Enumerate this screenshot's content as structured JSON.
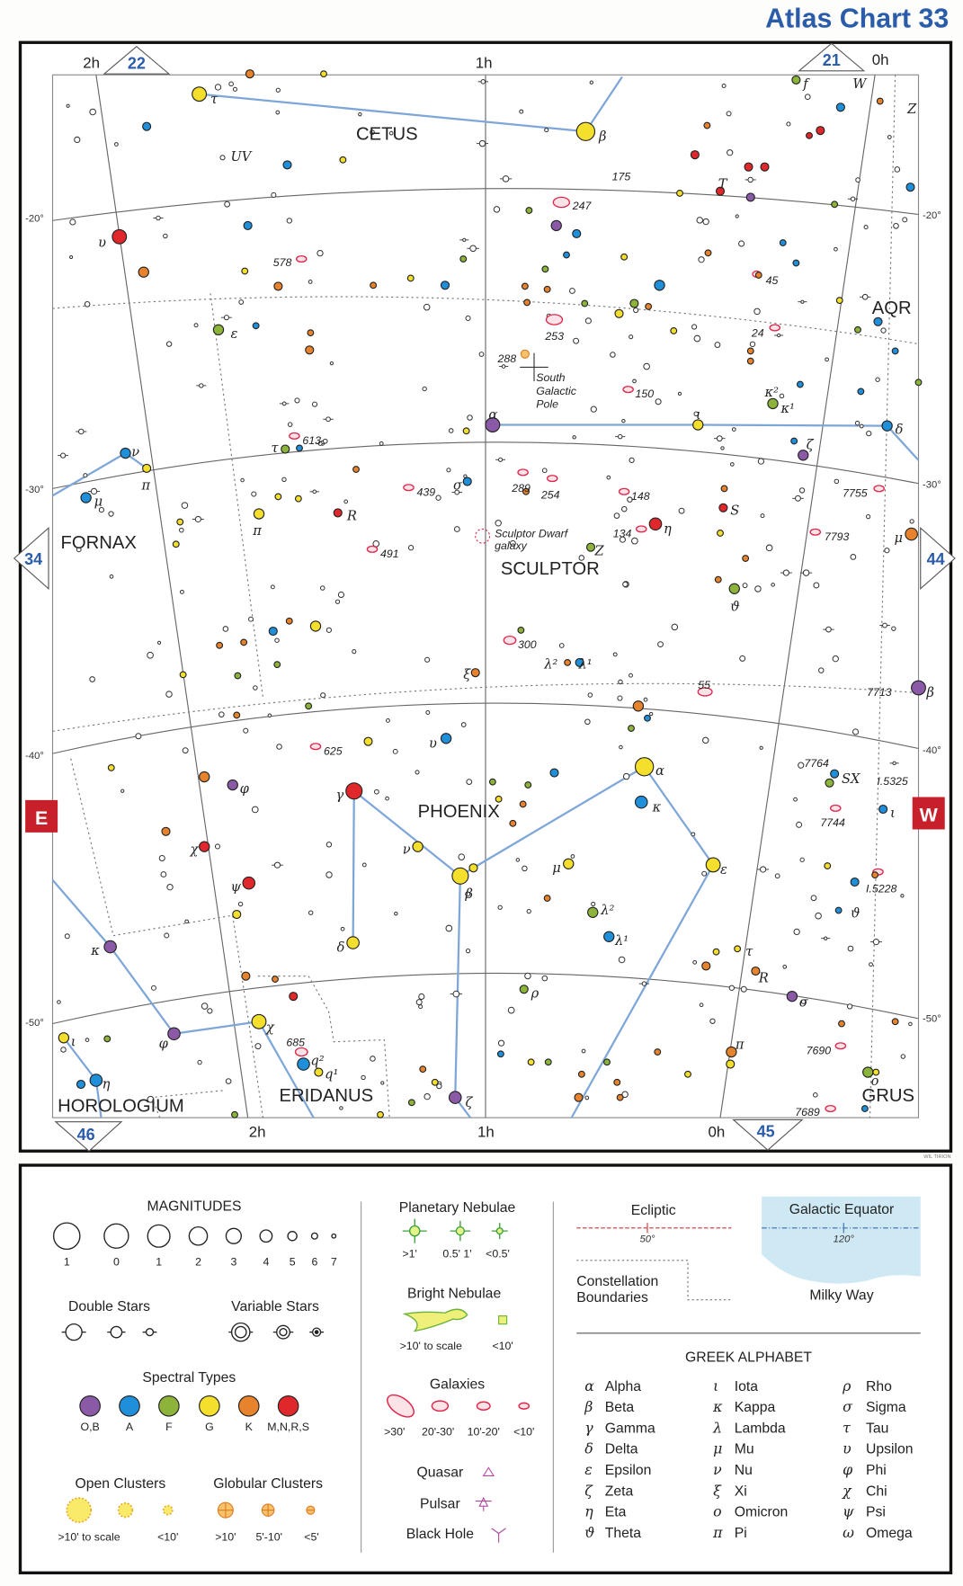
{
  "title": "Atlas Chart 33",
  "ra_labels": {
    "top_2h": "2h",
    "top_1h": "1h",
    "top_0h": "0h",
    "bottom_2h": "2h",
    "bottom_1h": "1h",
    "bottom_0h": "0h"
  },
  "chart_refs": {
    "top_left": "22",
    "top_right": "21",
    "left": "34",
    "right": "44",
    "bottom_left": "46",
    "bottom_right": "45"
  },
  "directions": {
    "east": "E",
    "west": "W"
  },
  "dec_labels": {
    "m20": "-20°",
    "m30": "-30°",
    "m40": "-40°",
    "m50": "-50°"
  },
  "constellations": {
    "cetus": "CETUS",
    "fornax": "FORNAX",
    "sculptor": "SCULPTOR",
    "phoenix": "PHOENIX",
    "horologium": "HOROLOGIUM",
    "eridanus": "ERIDANUS",
    "aqr": "AQR",
    "grus": "GRUS"
  },
  "star_labels": [
    "τ",
    "β",
    "UV",
    "υ",
    "ε",
    "ν",
    "π",
    "μ",
    "τ",
    "π",
    "R",
    "σ",
    "Z",
    "η",
    "S",
    "ϑ",
    "μ",
    "β",
    "κ²",
    "κ¹",
    "ι",
    "δ",
    "ζ",
    "α",
    "T",
    "f",
    "W",
    "Z",
    "ξ",
    "υ",
    "λ²",
    "λ¹",
    "γ",
    "φ",
    "χ",
    "ψ",
    "ν",
    "β",
    "α",
    "κ",
    "ε",
    "μ",
    "λ²",
    "λ¹",
    "δ",
    "κ",
    "τ",
    "ρ",
    "R",
    "σ",
    "φ",
    "χ",
    "ι",
    "η",
    "q²",
    "q¹",
    "ζ",
    "π",
    "o",
    "SX",
    "ι",
    "ϑ"
  ],
  "object_labels": [
    "175",
    "247",
    "578",
    "45",
    "253",
    "24",
    "288",
    "150",
    "South",
    "Galactic",
    "Pole",
    "613",
    "439",
    "289",
    "254",
    "148",
    "7755",
    "491",
    "Sculptor Dwarf",
    "galaxy",
    "134",
    "7793",
    "300",
    "55",
    "7713",
    "625",
    "7764",
    "I.5325",
    "7744",
    "I.5228",
    "685",
    "7690",
    "7689"
  ],
  "credit": "WIL TIRION",
  "legend": {
    "magnitudes": {
      "title": "MAGNITUDES",
      "values": [
        "1",
        "0",
        "1",
        "2",
        "3",
        "4",
        "5",
        "6",
        "7"
      ]
    },
    "double_stars": "Double Stars",
    "variable_stars": "Variable Stars",
    "spectral_types": {
      "title": "Spectral Types",
      "types": [
        "O,B",
        "A",
        "F",
        "G",
        "K",
        "M,N,R,S"
      ],
      "colors": [
        "#8a5aa6",
        "#1f8fd9",
        "#8cb43a",
        "#f3df2c",
        "#e8832d",
        "#e0272b"
      ]
    },
    "open_clusters": {
      "title": "Open Clusters",
      "labels": [
        ">10' to scale",
        "<10'"
      ]
    },
    "globular_clusters": {
      "title": "Globular Clusters",
      "labels": [
        ">10'",
        "5'-10'",
        "<5'"
      ]
    },
    "planetary_nebulae": {
      "title": "Planetary Nebulae",
      "labels": [
        ">1'",
        "0.5' 1'",
        "<0.5'"
      ]
    },
    "bright_nebulae": {
      "title": "Bright Nebulae",
      "labels": [
        ">10' to scale",
        "<10'"
      ]
    },
    "galaxies": {
      "title": "Galaxies",
      "labels": [
        ">30'",
        "20'-30'",
        "10'-20'",
        "<10'"
      ]
    },
    "quasar": "Quasar",
    "pulsar": "Pulsar",
    "black_hole": "Black Hole",
    "ecliptic": {
      "title": "Ecliptic",
      "tick": "50°"
    },
    "galactic_equator": {
      "title": "Galactic Equator",
      "tick": "120°"
    },
    "constellation_boundaries": [
      "Constellation",
      "Boundaries"
    ],
    "milky_way": "Milky Way",
    "greek_alphabet": {
      "title": "GREEK ALPHABET",
      "letters": [
        [
          "α",
          "Alpha"
        ],
        [
          "β",
          "Beta"
        ],
        [
          "γ",
          "Gamma"
        ],
        [
          "δ",
          "Delta"
        ],
        [
          "ε",
          "Epsilon"
        ],
        [
          "ζ",
          "Zeta"
        ],
        [
          "η",
          "Eta"
        ],
        [
          "ϑ",
          "Theta"
        ],
        [
          "ι",
          "Iota"
        ],
        [
          "κ",
          "Kappa"
        ],
        [
          "λ",
          "Lambda"
        ],
        [
          "μ",
          "Mu"
        ],
        [
          "ν",
          "Nu"
        ],
        [
          "ξ",
          "Xi"
        ],
        [
          "ο",
          "Omicron"
        ],
        [
          "π",
          "Pi"
        ],
        [
          "ρ",
          "Rho"
        ],
        [
          "σ",
          "Sigma"
        ],
        [
          "τ",
          "Tau"
        ],
        [
          "υ",
          "Upsilon"
        ],
        [
          "φ",
          "Phi"
        ],
        [
          "χ",
          "Chi"
        ],
        [
          "ψ",
          "Psi"
        ],
        [
          "ω",
          "Omega"
        ]
      ]
    }
  }
}
